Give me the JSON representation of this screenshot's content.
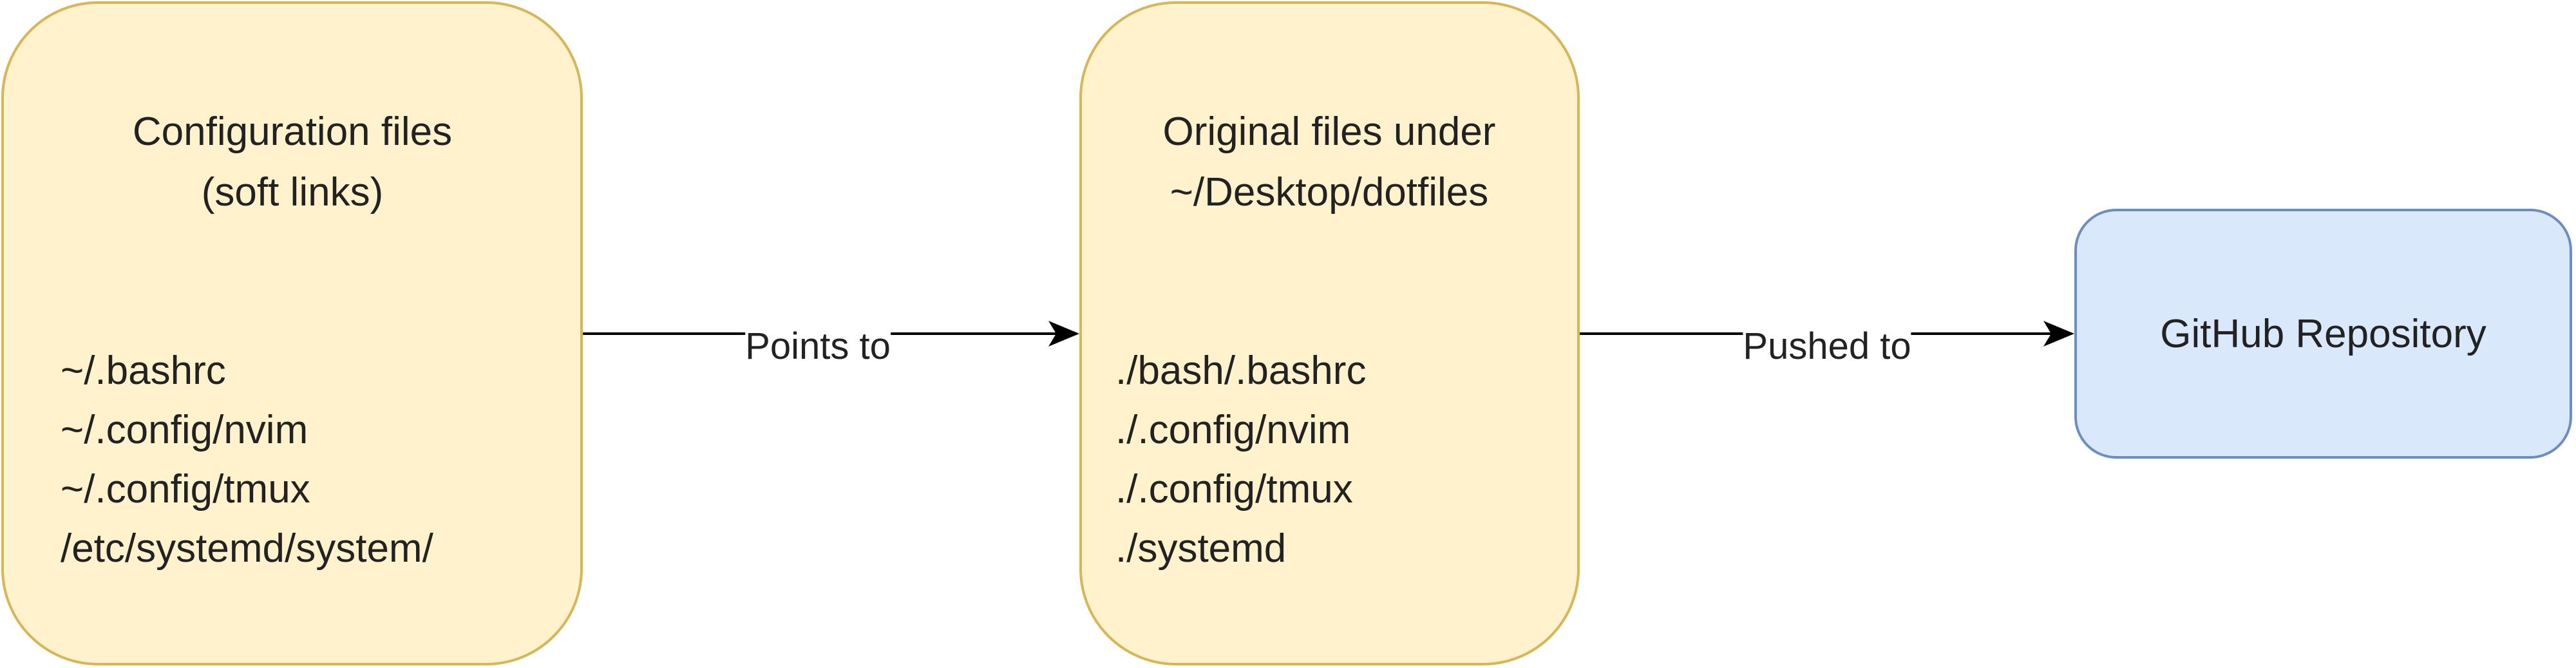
{
  "nodes": {
    "config": {
      "title_lines": [
        "Configuration files",
        "(soft links)"
      ],
      "items": [
        "~/.bashrc",
        "~/.config/nvim",
        "~/.config/tmux",
        "/etc/systemd/system/"
      ]
    },
    "original": {
      "title_lines": [
        "Original files under",
        "~/Desktop/dotfiles"
      ],
      "items": [
        "./bash/.bashrc",
        "./.config/nvim",
        "./.config/tmux",
        "./systemd"
      ]
    },
    "github": {
      "title": "GitHub Repository"
    }
  },
  "edges": [
    {
      "label": "Points to"
    },
    {
      "label": "Pushed to"
    }
  ],
  "colors": {
    "yellow_fill": "#fff2cc",
    "yellow_stroke": "#d6b656",
    "blue_fill": "#dae8fc",
    "blue_stroke": "#6c8ebf"
  }
}
